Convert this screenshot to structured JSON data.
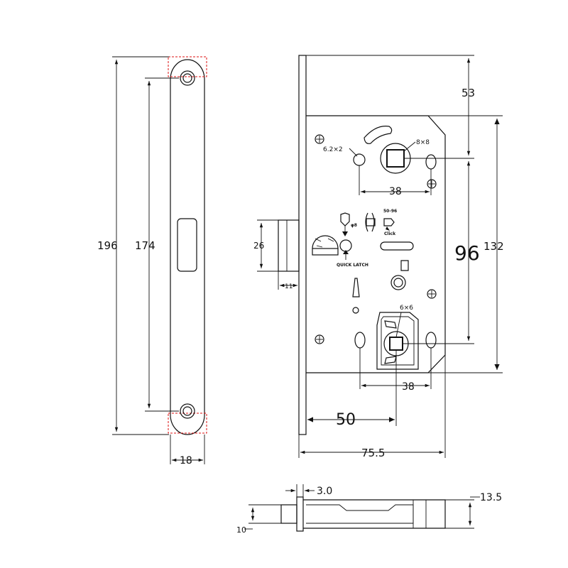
{
  "dimensions": {
    "faceplate_length": "196",
    "screw_spacing": "174",
    "faceplate_width": "18",
    "latch_height": "26",
    "latch_projection": "11",
    "backset_to_spindle": "53",
    "handle_to_key": "96",
    "body_height": "132",
    "spindle_hole_diameter": "6.2×2",
    "handle_spindle": "8×8",
    "top_hole_spacing": "38",
    "bottom_hole_spacing": "38",
    "key_spindle": "6×6",
    "backset": "50",
    "body_depth": "75.5",
    "plate_thickness": "3.0",
    "case_thickness": "13.5",
    "latch_width": "10"
  },
  "annotations": {
    "latch_size": "φ8",
    "latch_range": "50-96",
    "quick_latch": "QUICK LATCH",
    "click": "Click"
  }
}
